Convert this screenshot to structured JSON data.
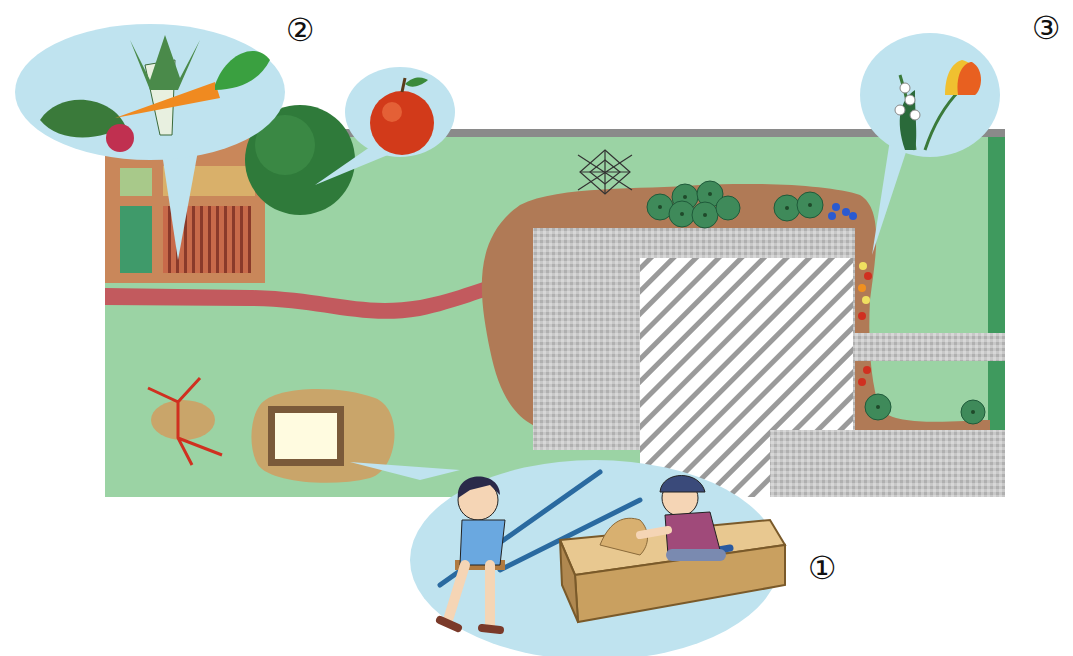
{
  "diagram": {
    "labels": [
      "①",
      "②",
      "③"
    ]
  }
}
